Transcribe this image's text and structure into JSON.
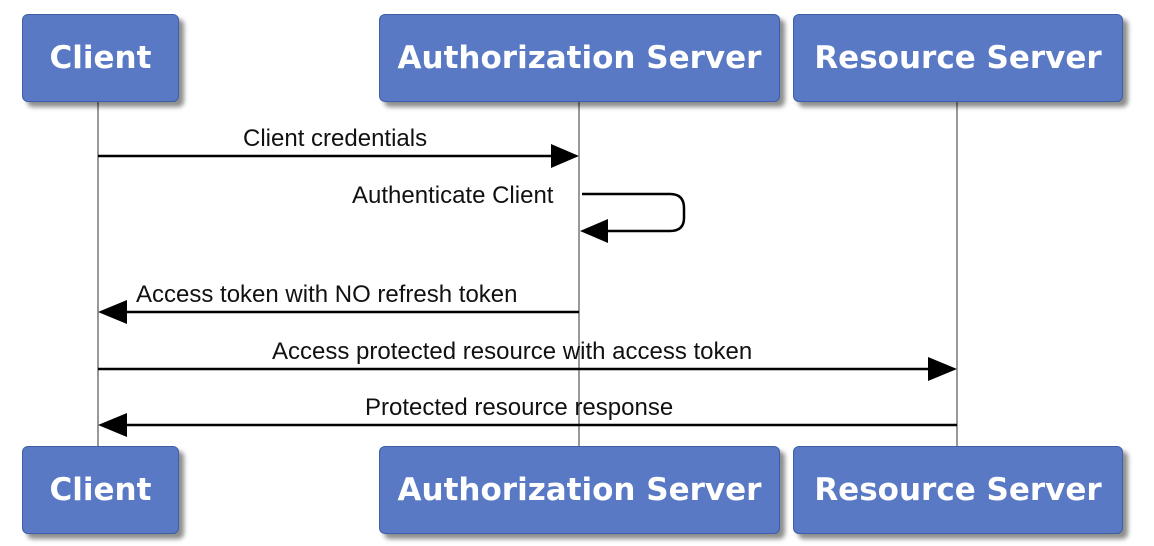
{
  "participants": {
    "client": "Client",
    "authorization_server": "Authorization Server",
    "resource_server": "Resource Server"
  },
  "messages": [
    {
      "from": "Client",
      "to": "Authorization Server",
      "label": "Client credentials"
    },
    {
      "from": "Authorization Server",
      "to": "Authorization Server",
      "label": "Authenticate Client"
    },
    {
      "from": "Authorization Server",
      "to": "Client",
      "label": "Access token with NO refresh token"
    },
    {
      "from": "Client",
      "to": "Resource Server",
      "label": "Access protected resource with access token"
    },
    {
      "from": "Resource Server",
      "to": "Client",
      "label": "Protected resource response"
    }
  ],
  "colors": {
    "participant_fill": "#5a79c4",
    "participant_border": "#3f5ea8",
    "participant_text": "#ffffff",
    "lifeline": "#999999",
    "arrow": "#000000"
  }
}
